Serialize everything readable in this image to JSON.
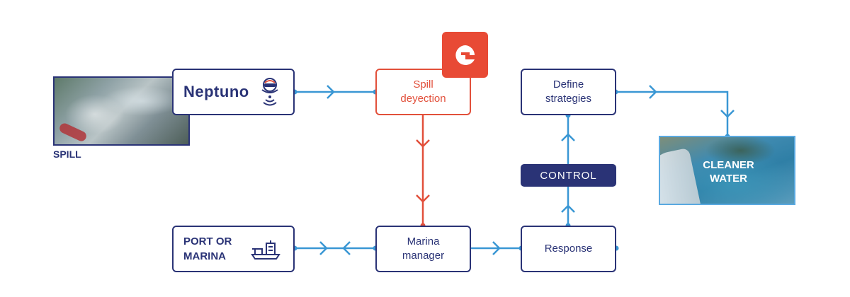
{
  "nodes": {
    "neptuno": {
      "name": "Neptuno"
    },
    "spill_detection": {
      "label": "Spill\ndeyection"
    },
    "define_strategies": {
      "label": "Define\nstrategies"
    },
    "port_or_marina": {
      "label": "PORT OR\nMARINA"
    },
    "marina_manager": {
      "label": "Marina\nmanager"
    },
    "response": {
      "label": "Response"
    },
    "control": {
      "label": "CONTROL"
    }
  },
  "photos": {
    "spill": {
      "caption": "SPILL"
    },
    "cleaner_water": {
      "caption": "CLEANER\nWATER"
    }
  },
  "colors": {
    "navy": "#2a3376",
    "red": "#e2503b",
    "blue": "#3a97d4",
    "badge": "#e84a35"
  },
  "icons": {
    "neptuno_logo": "diver-helmet-icon",
    "port": "port-ship-icon",
    "brand_badge": "e-logo-icon"
  }
}
